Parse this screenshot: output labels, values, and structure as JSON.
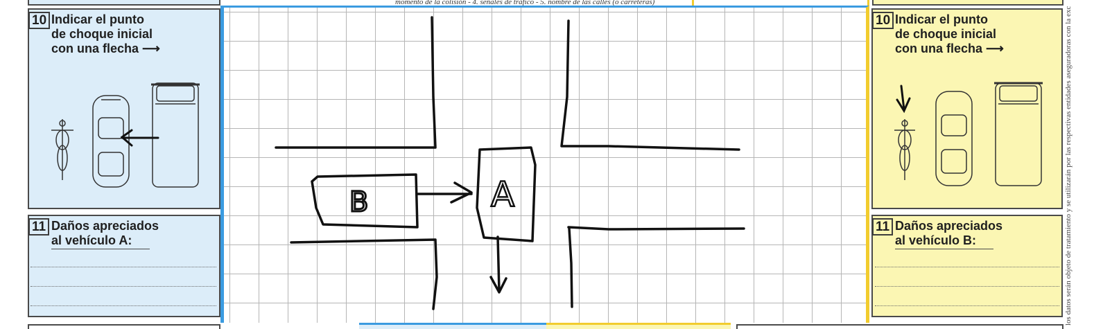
{
  "top_note": "momento de la colisión - 4. señales de tráfico - 5. nombre de las calles (o carreteras)",
  "left_panel": {
    "section10": {
      "number": "10",
      "line1": "Indicar el punto",
      "line2": "de choque inicial",
      "line3": "con una flecha"
    },
    "section11": {
      "number": "11",
      "line1": "Daños apreciados",
      "line2": "al vehículo A:"
    }
  },
  "right_panel": {
    "section10": {
      "number": "10",
      "line1": "Indicar el punto",
      "line2": "de choque inicial",
      "line3": "con una flecha"
    },
    "section11": {
      "number": "11",
      "line1": "Daños apreciados",
      "line2": "al vehículo B:"
    }
  },
  "sketch": {
    "vehicle_a_label": "A",
    "vehicle_b_label": "B"
  },
  "side_text": "los datos serán objeto de tratamiento y se utilizarán por las respectivas entidades aseguradoras con la exc",
  "colors": {
    "blue_panel": "#dcedf9",
    "yellow_panel": "#fbf6b3",
    "blue_border": "#3b9be0",
    "yellow_border": "#f2cc2e",
    "grid_line": "#b5b5b5",
    "ink": "#111111"
  }
}
